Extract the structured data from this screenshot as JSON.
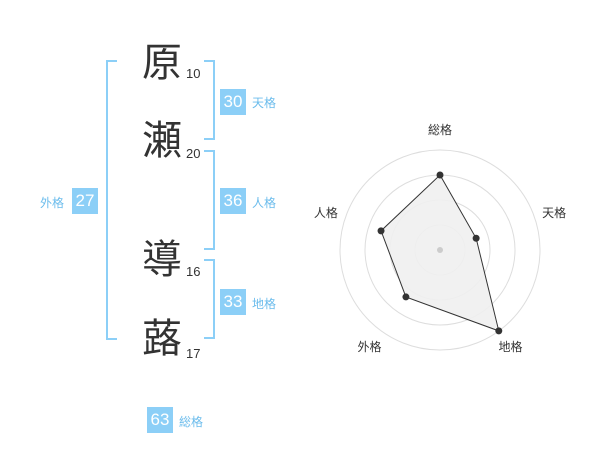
{
  "name": {
    "chars": [
      {
        "char": "原",
        "strokes": "10"
      },
      {
        "char": "瀬",
        "strokes": "20"
      },
      {
        "char": "導",
        "strokes": "16"
      },
      {
        "char": "蕗",
        "strokes": "17"
      }
    ]
  },
  "fortunes": {
    "tenkaku": {
      "value": "30",
      "label": "天格"
    },
    "jinkaku": {
      "value": "36",
      "label": "人格"
    },
    "chikaku": {
      "value": "33",
      "label": "地格"
    },
    "gaikaku": {
      "value": "27",
      "label": "外格"
    },
    "soukaku": {
      "value": "63",
      "label": "総格"
    }
  },
  "chart_data": {
    "type": "radar",
    "axes": [
      "総格",
      "天格",
      "地格",
      "外格",
      "人格"
    ],
    "values": [
      0.75,
      0.38,
      1.0,
      0.58,
      0.62
    ],
    "rings": 4,
    "colors": {
      "fill": "#f0f0f0",
      "line": "#333333",
      "grid": "#dddddd",
      "accent": "#8ccff7"
    }
  }
}
